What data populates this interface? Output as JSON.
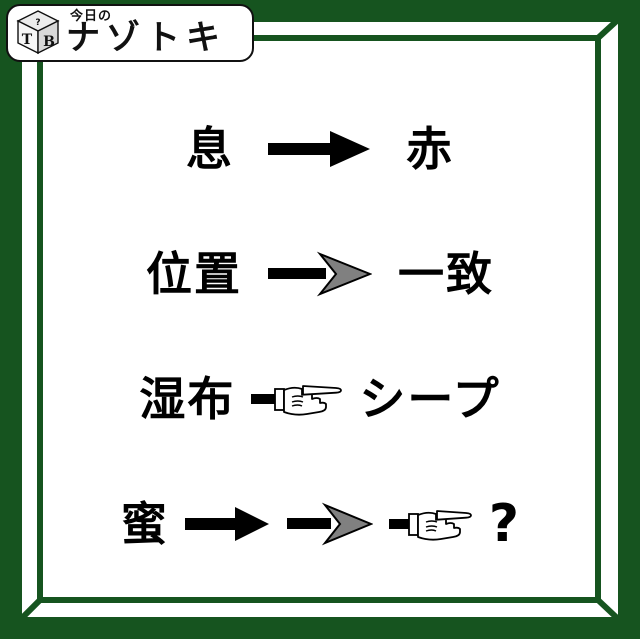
{
  "page": {
    "background_color": "#ffffff",
    "frame_color": "#16541f",
    "text_color": "#000000",
    "arrow_gray": "#808080"
  },
  "logo": {
    "cube_letters": [
      "T",
      "B"
    ],
    "cube_top_symbol": "?",
    "small_label": "今日の",
    "main_label": "ナゾトキ"
  },
  "puzzle": {
    "rows": [
      {
        "id": "row-1",
        "left": "息",
        "connector": "solid-arrow",
        "right": "赤"
      },
      {
        "id": "row-2",
        "left": "位置",
        "connector": "gray-dart-arrow",
        "right": "一致"
      },
      {
        "id": "row-3",
        "left": "湿布",
        "connector": "pointing-hand",
        "right": "シープ"
      },
      {
        "id": "row-4",
        "left": "蜜",
        "connectors": [
          "solid-arrow",
          "gray-dart-arrow",
          "pointing-hand"
        ],
        "right": "？",
        "right_display": "?"
      }
    ]
  }
}
